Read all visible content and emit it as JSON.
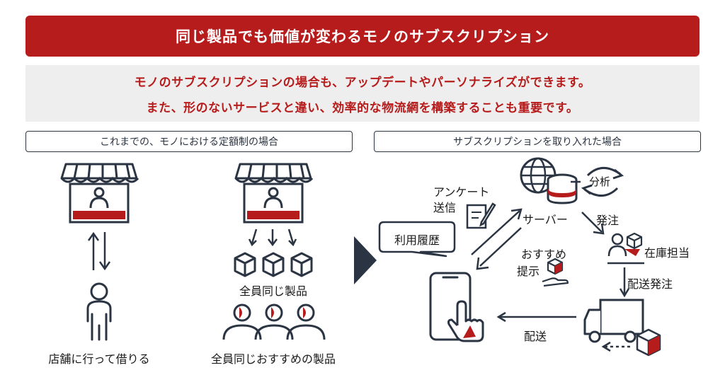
{
  "title": "同じ製品でも価値が変わるモノのサブスクリプション",
  "subtitle": {
    "line1": "モノのサブスクリプションの場合も、アップデートやパーソナライズができます。",
    "line2": "また、形のないサービスと違い、効率的な物流網を構築することも重要です。"
  },
  "left_section": {
    "header": "これまでの、モノにおける定額制の場合",
    "case1_caption": "店舗に行って借りる",
    "case2_products_caption": "全員同じ製品",
    "case2_caption": "全員同じおすすめの製品"
  },
  "right_section": {
    "header": "サブスクリプションを取り入れた場合",
    "history_bubble": "利用履歴",
    "survey_line1": "アンケート",
    "survey_line2": "送信",
    "server": "サーバー",
    "analysis": "分析",
    "order": "発注",
    "stock_staff": "在庫担当",
    "delivery_order": "配送発注",
    "recommend_line1": "おすすめ",
    "recommend_line2": "提示",
    "delivery": "配送"
  },
  "colors": {
    "accent": "#b71c1c",
    "navy": "#2b3442",
    "panel": "#eeeeee"
  }
}
